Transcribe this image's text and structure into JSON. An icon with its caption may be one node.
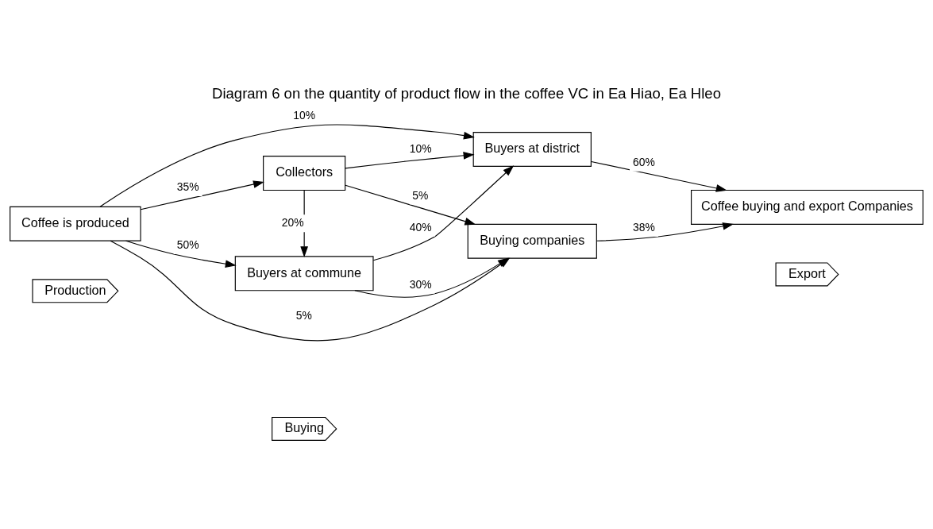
{
  "diagram": {
    "title": "Diagram 6 on the quantity of product flow in the coffee VC in Ea Hiao, Ea Hleo",
    "nodes": [
      {
        "text": [
          "Production"
        ]
      },
      {
        "text": [
          "Buying"
        ]
      },
      {
        "text": [
          "Export"
        ]
      },
      {
        "text": [
          "Coffee is produced"
        ]
      },
      {
        "text": [
          "Collectors"
        ]
      },
      {
        "text": [
          "Buyers at commune"
        ]
      },
      {
        "text": [
          "Buyers at district"
        ]
      },
      {
        "text": [
          "Buying companies"
        ]
      },
      {
        "text": [
          "Coffee buying and export Companies"
        ]
      }
    ],
    "edges": [
      {
        "from": 3,
        "to": 6,
        "arrow": "to",
        "label": "10%"
      },
      {
        "from": 3,
        "to": 4,
        "arrow": "to",
        "label": "35%"
      },
      {
        "from": 3,
        "to": 5,
        "arrow": "to",
        "label": "50%"
      },
      {
        "from": 3,
        "to": 7,
        "arrow": "to",
        "label": "5%"
      },
      {
        "from": 4,
        "to": 6,
        "arrow": "to",
        "label": "10%"
      },
      {
        "from": 4,
        "to": 5,
        "arrow": "to",
        "label": "20%"
      },
      {
        "from": 4,
        "to": 7,
        "arrow": "to",
        "label": "5%"
      },
      {
        "from": 5,
        "to": 6,
        "arrow": "to",
        "label": "40%"
      },
      {
        "from": 5,
        "to": 7,
        "arrow": "to",
        "label": "30%"
      },
      {
        "from": 6,
        "to": 8,
        "arrow": "to",
        "label": "60%"
      },
      {
        "from": 7,
        "to": 8,
        "arrow": "to",
        "label": "38%"
      }
    ]
  }
}
